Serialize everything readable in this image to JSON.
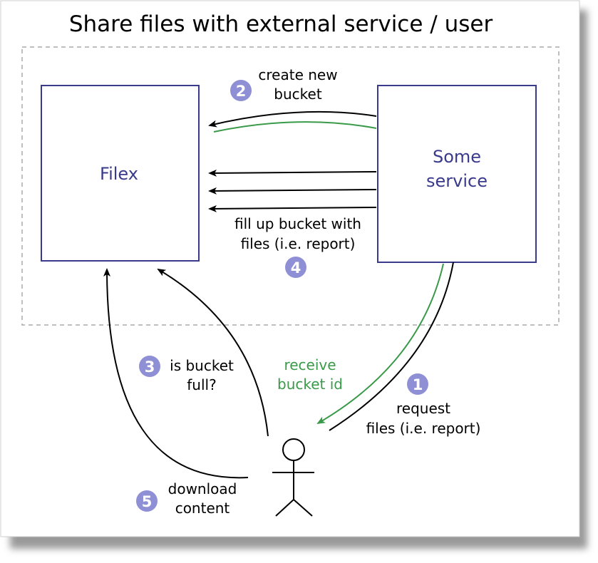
{
  "title": "Share files with external service / user",
  "nodes": {
    "filex": {
      "label": "Filex"
    },
    "service": {
      "label_line1": "Some",
      "label_line2": "service"
    }
  },
  "steps": {
    "s1": {
      "number": "1",
      "line1": "request",
      "line2": "files (i.e. report)"
    },
    "s2": {
      "number": "2",
      "line1": "create new",
      "line2": "bucket"
    },
    "s3": {
      "number": "3",
      "line1": "is bucket",
      "line2": "full?"
    },
    "s4": {
      "number": "4",
      "line1": "fill up bucket with",
      "line2": "files (i.e. report)"
    },
    "s5": {
      "number": "5",
      "line1": "download",
      "line2": "content"
    },
    "receive": {
      "line1": "receive",
      "line2": "bucket id"
    }
  },
  "colors": {
    "node_border": "#3a3a8c",
    "node_text": "#3a3a8c",
    "badge": "#8f8fd6",
    "green": "#3a9a4a",
    "arrow": "#000000",
    "dashed": "#aaaaaa",
    "shadow": "#9a9a9a"
  }
}
